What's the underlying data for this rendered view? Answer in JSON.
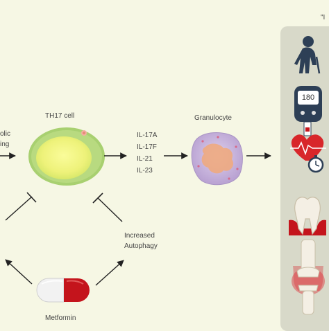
{
  "top_right_text": "\"I",
  "left_label": {
    "line1": "olic",
    "line2": "ing"
  },
  "th17": {
    "label": "TH17 cell"
  },
  "cytokines": [
    "IL-17A",
    "IL-17F",
    "IL-21",
    "IL-23"
  ],
  "granulocyte": {
    "label": "Granulocyte"
  },
  "autophagy": {
    "line1": "Increased",
    "line2": "Autophagy"
  },
  "metformin": {
    "label": "Metformin"
  },
  "glucometer": {
    "reading": "180"
  },
  "colors": {
    "background": "#f6f7e4",
    "panel": "#d8d9c9",
    "cell_outer": "#a8d070",
    "cell_inner": "#eef27a",
    "granulocyte": "#c9b3dc",
    "granulocyte_nucleus": "#eeaa80",
    "pill_red": "#c4141c",
    "inflammation_red": "#d8262a",
    "icon_dark": "#2d3f56"
  },
  "icons": [
    "elderly-person-icon",
    "glucometer-icon",
    "heart-stopwatch-icon",
    "inflamed-tooth-icon",
    "inflamed-knee-joint-icon"
  ]
}
